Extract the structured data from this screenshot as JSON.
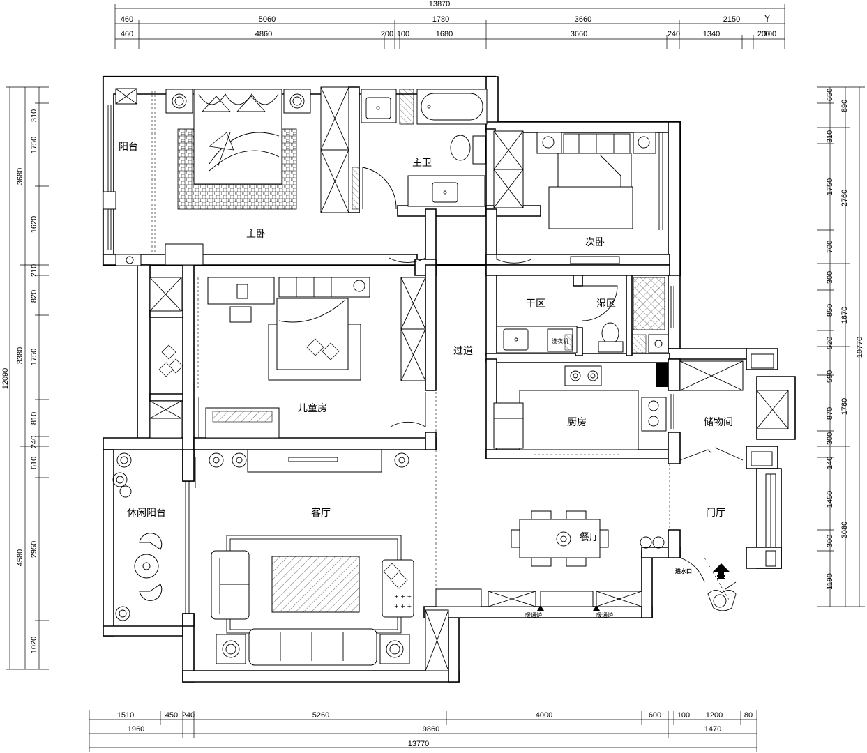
{
  "rooms": {
    "balcony": "阳台",
    "master_bedroom": "主卧",
    "master_bath": "主卫",
    "second_bedroom": "次卧",
    "kids_room": "儿童房",
    "corridor": "过道",
    "dry_area": "干区",
    "wet_area": "湿区",
    "kitchen": "厨房",
    "storage": "储物间",
    "leisure_balcony": "休闲阳台",
    "living_room": "客厅",
    "dining_room": "餐厅",
    "foyer": "门厅"
  },
  "labels": {
    "washer": "洗衣机",
    "water_inlet": "进水口",
    "heater_1": "暖通炉",
    "heater_2": "暖通炉"
  },
  "dimensions": {
    "top_total": "13870",
    "top_row1": [
      "460",
      "5060",
      "1780",
      "3660",
      "2150"
    ],
    "top_row2": [
      "460",
      "4860",
      "200",
      "100",
      "1680",
      "3660",
      "240",
      "1340",
      "200",
      "100"
    ],
    "bottom_total": "13770",
    "bottom_row1": [
      "1510",
      "450",
      "240",
      "5260",
      "4000",
      "600",
      "100",
      "1200",
      "80"
    ],
    "bottom_row2": [
      "1960",
      "9860",
      "1470"
    ],
    "left_total": "12090",
    "left_row1": [
      "3680",
      "3380",
      "4580"
    ],
    "left_row2": [
      "310",
      "1750",
      "1620",
      "210",
      "820",
      "1750",
      "810",
      "240",
      "610",
      "2950",
      "1020"
    ],
    "right_total": "10770",
    "right_row1": [
      "890",
      "2760",
      "1670",
      "1760",
      "3080"
    ],
    "right_row2": [
      "650",
      "310",
      "1750",
      "700",
      "300",
      "850",
      "520",
      "590",
      "870",
      "300",
      "140",
      "1450",
      "300",
      "1190"
    ]
  }
}
